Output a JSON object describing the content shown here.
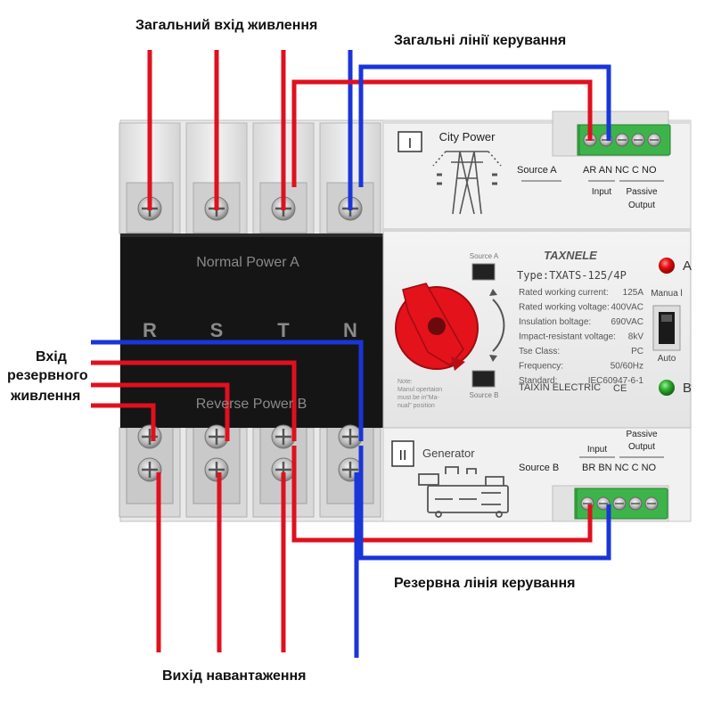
{
  "captions": {
    "main_input": "Загальний вхід живлення",
    "main_control": "Загальні лінії керування",
    "backup_input_1": "Вхід",
    "backup_input_2": "резервного",
    "backup_input_3": "живлення",
    "backup_control": "Резервна лінія керування",
    "load_output": "Вихід навантаження"
  },
  "device": {
    "normal_power": "Normal  Power  A",
    "reverse_power": "Reverse  Power  B",
    "phase_labels": [
      "R",
      "S",
      "T",
      "N"
    ],
    "source_a": {
      "numeral": "I",
      "title": "City  Power",
      "label": "Source A",
      "terminals": "AR AN NC C NO",
      "input": "Input",
      "passive": "Passive",
      "output": "Output"
    },
    "source_b": {
      "numeral": "II",
      "title": "Generator",
      "label": "Source B",
      "terminals": "BR BN NC C NO",
      "input": "Input",
      "passive": "Passive",
      "output": "Output"
    },
    "panel": {
      "brand": "TAXNELE",
      "type": "Type:TXATS-125/4P",
      "specs": [
        {
          "label": "Rated working current:",
          "value": "125A"
        },
        {
          "label": "Rated working voltage:",
          "value": "400VAC"
        },
        {
          "label": "Insulation boltage:",
          "value": "690VAC"
        },
        {
          "label": "Impact-resistant voltage:",
          "value": "8kV"
        },
        {
          "label": "Tse  Class:",
          "value": "PC"
        },
        {
          "label": "Frequency:",
          "value": "50/60Hz"
        },
        {
          "label": "Standard:",
          "value": "IEC60947-6-1"
        }
      ],
      "maker": "TAIXIN ELECTRIC",
      "ce": "CE",
      "window_a": "Source A",
      "window_b": "Source B",
      "note_1": "Note:",
      "note_2": "Manul opertaion",
      "note_3": "must be in\"Ma-",
      "note_4": "nual\" position",
      "indicator_a": "A",
      "indicator_b": "B",
      "manual": "Manua l",
      "auto": "Auto"
    }
  },
  "colors": {
    "phase_wire": "#e0101e",
    "neutral_wire": "#1a35d8",
    "terminal_green": "#3db44a",
    "lamp_red": "#e01010",
    "lamp_green": "#2fae2f",
    "handle_red": "#e3121b",
    "body_black": "#111111"
  }
}
